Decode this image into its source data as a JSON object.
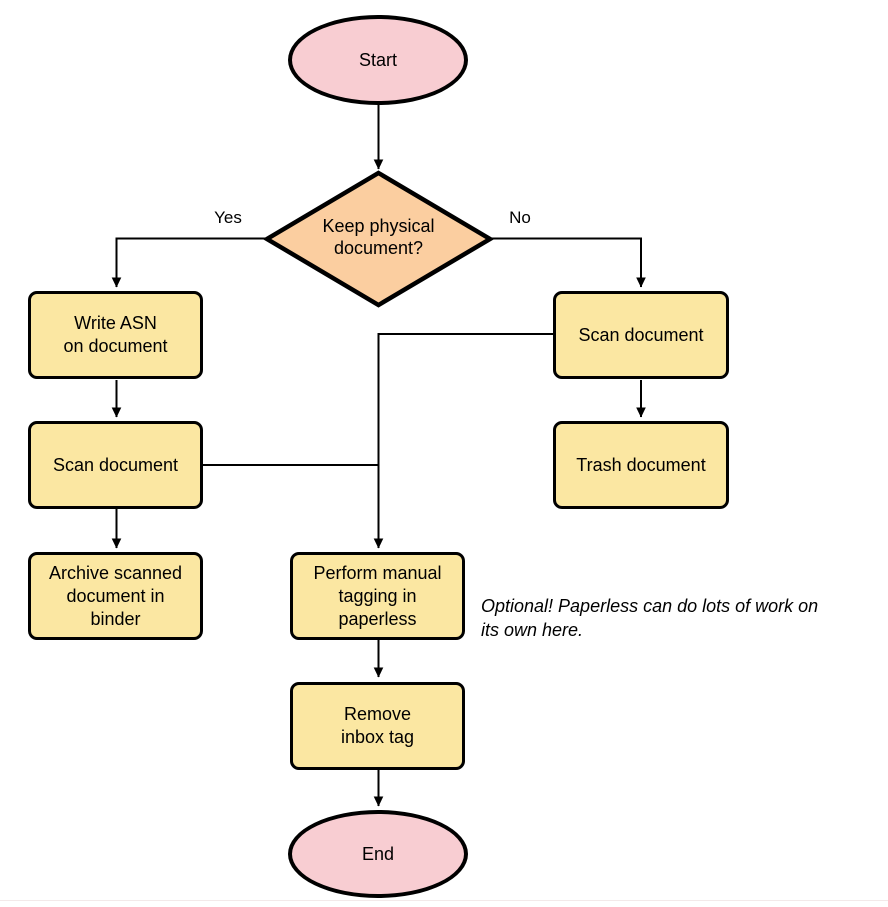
{
  "colors": {
    "terminal_fill": "#F8CDD2",
    "decision_fill": "#FBCEA0",
    "process_fill": "#FBE7A2",
    "stroke": "#000000"
  },
  "nodes": {
    "start": {
      "label": "Start"
    },
    "decision": {
      "line1": "Keep physical",
      "line2": "document?"
    },
    "write_asn": {
      "line1": "Write ASN",
      "line2": "on document"
    },
    "scan_left": {
      "label": "Scan document"
    },
    "archive": {
      "line1": "Archive scanned",
      "line2": "document in",
      "line3": "binder"
    },
    "scan_right": {
      "label": "Scan document"
    },
    "trash": {
      "label": "Trash document"
    },
    "perform_tagging": {
      "line1": "Perform manual",
      "line2": "tagging in",
      "line3": "paperless"
    },
    "remove_inbox": {
      "line1": "Remove",
      "line2": "inbox tag"
    },
    "end": {
      "label": "End"
    }
  },
  "edge_labels": {
    "yes": "Yes",
    "no": "No"
  },
  "note": {
    "line1": "Optional! Paperless can do lots of work on",
    "line2": "its own here."
  },
  "edges": [
    {
      "from": "start",
      "to": "decision",
      "label": ""
    },
    {
      "from": "decision",
      "to": "write_asn",
      "label": "Yes"
    },
    {
      "from": "decision",
      "to": "scan_right",
      "label": "No"
    },
    {
      "from": "write_asn",
      "to": "scan_left",
      "label": ""
    },
    {
      "from": "scan_left",
      "to": "archive",
      "label": ""
    },
    {
      "from": "scan_right",
      "to": "trash",
      "label": ""
    },
    {
      "from": "scan_right",
      "to": "perform_tagging",
      "label": ""
    },
    {
      "from": "scan_left",
      "to": "perform_tagging",
      "label": ""
    },
    {
      "from": "perform_tagging",
      "to": "remove_inbox",
      "label": ""
    },
    {
      "from": "remove_inbox",
      "to": "end",
      "label": ""
    }
  ]
}
